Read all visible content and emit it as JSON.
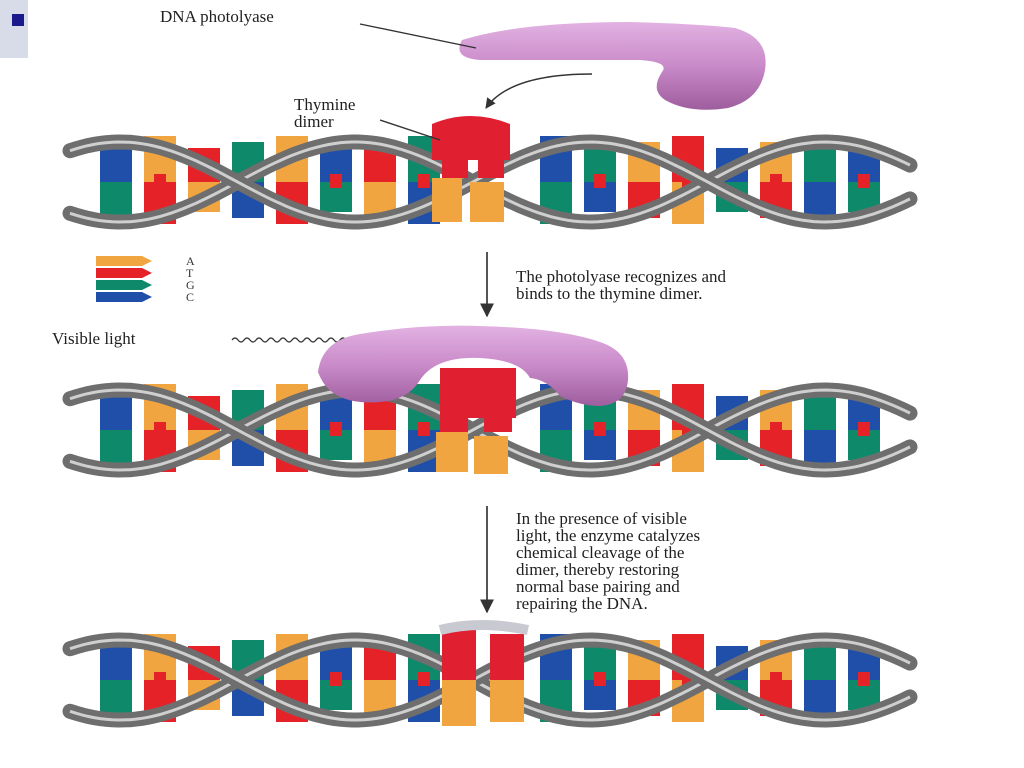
{
  "slide": {
    "accent_color": "#1a1a8c"
  },
  "labels": {
    "enzyme": "DNA photolyase",
    "dimer": "Thymine\ndimer",
    "light": "Visible light"
  },
  "captions": {
    "step1": "The photolyase recognizes and\nbinds to the thymine dimer.",
    "step2": "In the presence of visible\nlight, the enzyme catalyzes\nchemical cleavage of the\ndimer, thereby restoring\nnormal base pairing and\nrepairing the DNA."
  },
  "legend": {
    "items": [
      {
        "letter": "A",
        "color": "#f0a540"
      },
      {
        "letter": "T",
        "color": "#e52228"
      },
      {
        "letter": "G",
        "color": "#0e8a6a"
      },
      {
        "letter": "C",
        "color": "#1f4fa8"
      }
    ]
  },
  "colors": {
    "backbone": "#6e6e6e",
    "enzyme": "#c98ac9",
    "dimer": "#e02030"
  }
}
